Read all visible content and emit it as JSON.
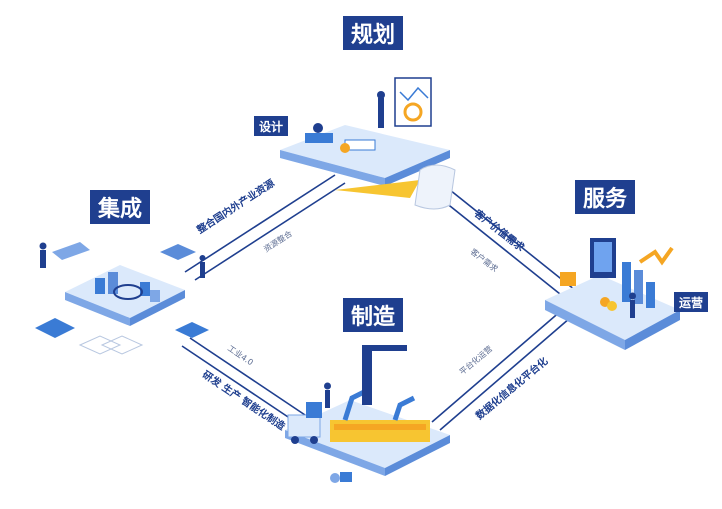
{
  "nodes": {
    "planning": {
      "label": "规划"
    },
    "design": {
      "label": "设计"
    },
    "integration": {
      "label": "集成"
    },
    "service": {
      "label": "服务"
    },
    "operation": {
      "label": "运营"
    },
    "manufacturing": {
      "label": "制造"
    }
  },
  "edges": {
    "planning_integration": {
      "label": "整合国内外产业资源",
      "sub": "资源整合"
    },
    "planning_service": {
      "label": "客户价值需求",
      "sub": "客户需求"
    },
    "integration_manufacturing": {
      "label": "研发 生产 智能化制造",
      "sub": "工业4.0"
    },
    "manufacturing_service": {
      "label": "数据化信息化平台化",
      "sub": "平台化运营"
    }
  },
  "colors": {
    "brand": "#1f3f8f",
    "line": "#1f3f8f",
    "platform_top": "#dbe9fb",
    "platform_side": "#7ea7e6",
    "accent_blue": "#3a7bd5",
    "accent_orange": "#f5a623",
    "accent_yellow": "#f7c531"
  }
}
